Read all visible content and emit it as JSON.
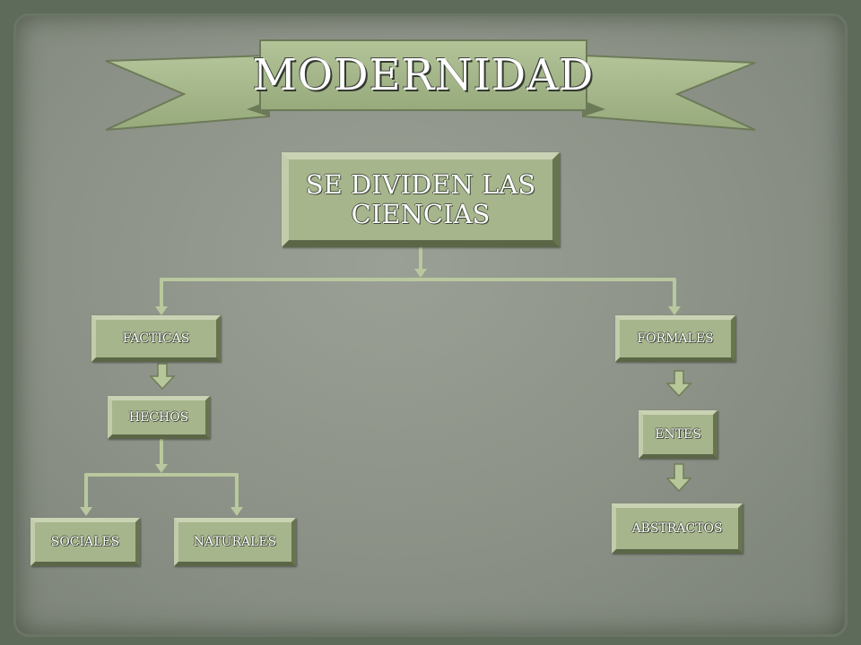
{
  "title": "MODERNIDAD",
  "nodes": {
    "root": "SE DIVIDEN LAS CIENCIAS",
    "facticas": "FACTICAS",
    "formales": "FORMALES",
    "hechos": "HECHOS",
    "entes": "ENTES",
    "sociales": "SOCIALES",
    "naturales": "NATURALES",
    "abstractos": "ABSTRACTOS"
  },
  "colors": {
    "board": "#8b9186",
    "node_fill": "#a6b58c",
    "connector": "#b9c89e",
    "banner": "#a9bb8e"
  }
}
